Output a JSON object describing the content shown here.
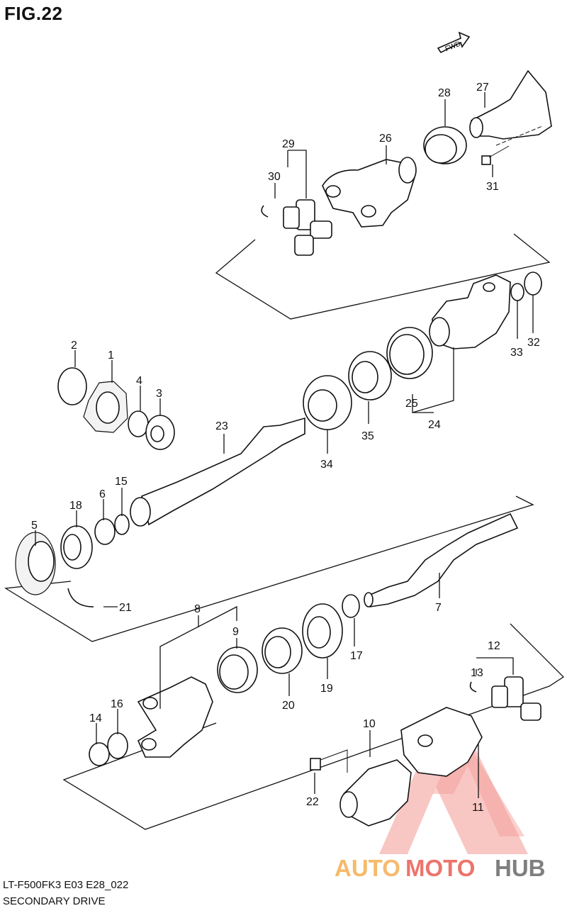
{
  "figure": {
    "title": "FIG.22",
    "fwd_label": "FWD"
  },
  "footer": {
    "model_code": "LT-F500FK3 E03 E28_022",
    "section_name": "SECONDARY DRIVE"
  },
  "watermark": {
    "brand_part_1": "AUTO",
    "brand_part_2": "MOTO",
    "brand_part_3": "HUB",
    "color": "#e8463c",
    "accent": "#f2a33a"
  },
  "callouts": {
    "n1": "1",
    "n2": "2",
    "n3": "3",
    "n4": "4",
    "n5": "5",
    "n6": "6",
    "n7": "7",
    "n8": "8",
    "n9": "9",
    "n10": "10",
    "n11": "11",
    "n12": "12",
    "n13": "13",
    "n14": "14",
    "n15": "15",
    "n16": "16",
    "n17": "17",
    "n18": "18",
    "n19": "19",
    "n20": "20",
    "n21": "21",
    "n22": "22",
    "n23": "23",
    "n24": "24",
    "n25": "25",
    "n26": "26",
    "n27": "27",
    "n28": "28",
    "n29": "29",
    "n30": "30",
    "n31": "31",
    "n32": "32",
    "n33": "33",
    "n34": "34",
    "n35": "35"
  }
}
